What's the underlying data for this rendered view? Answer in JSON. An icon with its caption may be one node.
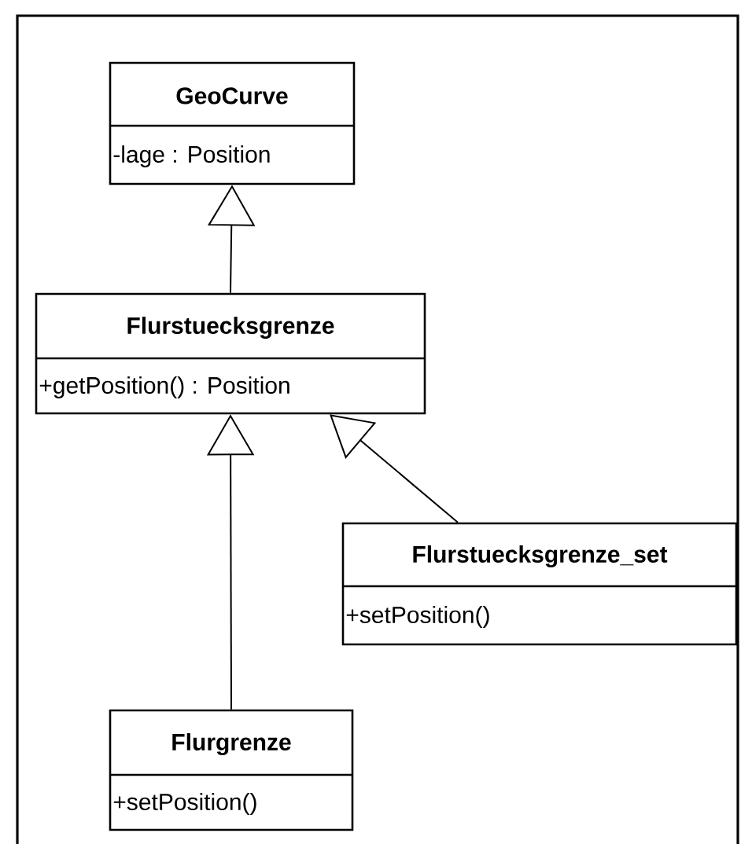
{
  "diagram": {
    "nodes": [
      {
        "text": [
          "GeoCurve",
          "-lage : Position"
        ]
      },
      {
        "text": [
          "Flurstuecksgrenze",
          "+getPosition() : Position"
        ]
      },
      {
        "text": [
          "Flurstuecksgrenze_set",
          "+setPosition()"
        ]
      },
      {
        "text": [
          "Flurgrenze",
          "+setPosition()"
        ]
      }
    ],
    "edges": [
      {
        "from": 1,
        "to": 0,
        "arrow": "to"
      },
      {
        "from": 3,
        "to": 1,
        "arrow": "to"
      },
      {
        "from": 2,
        "to": 1,
        "arrow": "to"
      }
    ]
  }
}
